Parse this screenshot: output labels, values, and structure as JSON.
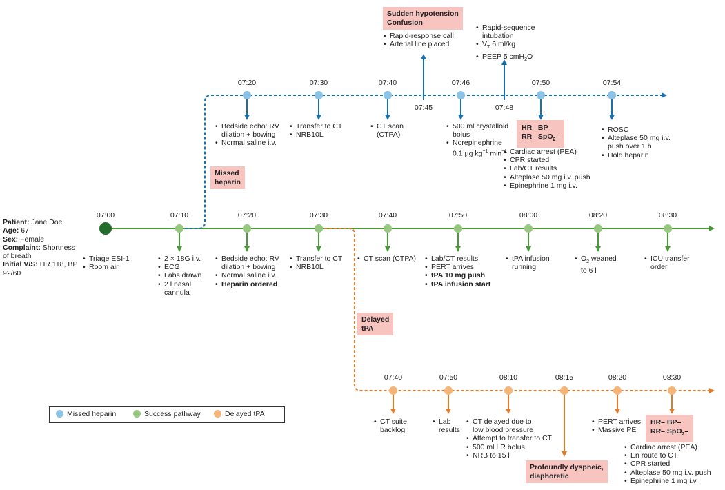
{
  "colors": {
    "blue": "#1a70ad",
    "blue_dot": "#8cc3e6",
    "green": "#4a9a3a",
    "green_dot": "#96c97f",
    "green_start": "#246b2e",
    "orange": "#e47b2a",
    "orange_dot": "#f5b478",
    "alert_bg": "#f7c4c0"
  },
  "patient": {
    "name_label": "Patient:",
    "name": "Jane Doe",
    "age_label": "Age:",
    "age": "67",
    "sex_label": "Sex:",
    "sex": "Female",
    "complaint_label": "Complaint:",
    "complaint": "Shortness of breath",
    "vs_label": "Initial V/S:",
    "vs": "HR 118, BP 92/60"
  },
  "blue": {
    "times": [
      "07:20",
      "07:30",
      "07:40",
      "07:46",
      "07:50",
      "07:54"
    ],
    "side_times": [
      "07:45",
      "07:48"
    ],
    "b0": [
      "Bedside echo: RV",
      "dilation + bowing",
      "Normal saline i.v."
    ],
    "b1": [
      "Transfer to CT",
      "NRB10L"
    ],
    "b2": [
      "CT scan",
      "(CTPA)"
    ],
    "b3": [
      "500 ml crystalloid",
      "bolus",
      "Norepinephrine"
    ],
    "b3_dose": "0.1 μg kg",
    "b3_sup1": "−1",
    "b3_dose2": " min",
    "b3_sup2": "−1",
    "b4": [
      "Cardiac arrest (PEA)",
      "CPR started",
      "Lab/CT results",
      "Alteplase 50 mg i.v. push",
      "Epinephrine 1 mg i.v."
    ],
    "b5": [
      "ROSC",
      "Alteplase 50 mg i.v.",
      "push over 1 h",
      "Hold heparin"
    ],
    "up0": [
      "Rapid-response call",
      "Arterial line placed"
    ],
    "up1_a": "Rapid-sequence",
    "up1_b": "intubation",
    "up1_vt": "V",
    "up1_vt_sub": "T",
    "up1_vt_val": " 6 ml/kg",
    "up1_peep": "PEEP 5 cmH",
    "up1_peep_sub": "2",
    "up1_peep_end": "O",
    "hypo": [
      "Sudden hypotension",
      "Confusion"
    ],
    "missed": [
      "Missed",
      "heparin"
    ],
    "vitals_1": "HR– BP–",
    "vitals_2": "RR– SpO",
    "vitals_sub": "2",
    "vitals_end": "–"
  },
  "green": {
    "times": [
      "07:00",
      "07:10",
      "07:20",
      "07:30",
      "07:40",
      "07:50",
      "08:00",
      "08:20",
      "08:30"
    ],
    "g0": [
      "Triage ESI-1",
      "Room air"
    ],
    "g1": [
      "2 × 18G i.v.",
      "ECG",
      "Labs drawn",
      "2 l nasal"
    ],
    "g1_cont": "cannula",
    "g2": [
      "Bedside echo: RV",
      "dilation + bowing",
      "Normal saline i.v."
    ],
    "g2_bold": "Heparin ordered",
    "g3": [
      "Transfer to CT",
      "NRB10L"
    ],
    "g4": [
      "CT scan (CTPA)"
    ],
    "g5": [
      "Lab/CT results",
      "PERT arrives"
    ],
    "g5_bold": [
      "tPA 10 mg push",
      "tPA infusion start"
    ],
    "g6": [
      "tPA infusion"
    ],
    "g6_cont": "running",
    "g7_a": "O",
    "g7_sub": "2",
    "g7_b": " weaned",
    "g7_cont": "to 6 l",
    "g8": [
      "ICU transfer"
    ],
    "g8_cont": "order"
  },
  "orange": {
    "times": [
      "07:40",
      "07:50",
      "08:10",
      "08:15",
      "08:20",
      "08:30"
    ],
    "delayed": [
      "Delayed",
      "tPA"
    ],
    "o0": [
      "CT suite"
    ],
    "o0_cont": "backlog",
    "o1": [
      "Lab"
    ],
    "o1_cont": "results",
    "o2": [
      "CT delayed due to"
    ],
    "o2_cont": "low blood pressure",
    "o2b": [
      "Attempt to transfer to CT",
      "500 ml LR bolus",
      "NRB to 15 l"
    ],
    "o4": [
      "PERT arrives",
      "Massive PE"
    ],
    "o5": [
      "Cardiac arrest (PEA)",
      "En route to CT",
      "CPR started",
      "Alteplase 50 mg i.v. push",
      "Epinephrine 1 mg i.v."
    ],
    "dysp": [
      "Profoundly dyspneic,",
      "diaphoretic"
    ],
    "vitals_1": "HR– BP–",
    "vitals_2": "RR– SpO",
    "vitals_sub": "2",
    "vitals_end": "–"
  },
  "legend": [
    "Missed heparin",
    "Success pathway",
    "Delayed tPA"
  ]
}
